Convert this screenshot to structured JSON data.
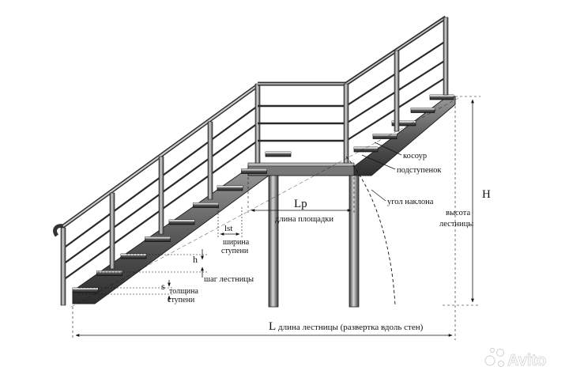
{
  "diagram": {
    "labels": {
      "kosour": "косоур",
      "podstupenok": "подступенок",
      "ugol_naklona": "угол наклона",
      "H": "H",
      "height_line1": "высота",
      "height_line2": "лестницы",
      "Lp": "Lp",
      "landing_length": "длина площадки",
      "lst": "lst",
      "tread_width_line1": "ширина",
      "tread_width_line2": "ступени",
      "h": "h",
      "step_pitch": "шаг лестницы",
      "s": "s",
      "thickness_line1": "толщина",
      "thickness_line2": "ступени",
      "L": "L",
      "length_desc": "длина лестницы (развертка вдоль стен)"
    },
    "watermark": "Avito",
    "colors": {
      "metal_dark": "#2a2a2a",
      "metal_mid": "#6d6d6d",
      "metal_light": "#bdbdbd",
      "ink": "#111111"
    }
  }
}
